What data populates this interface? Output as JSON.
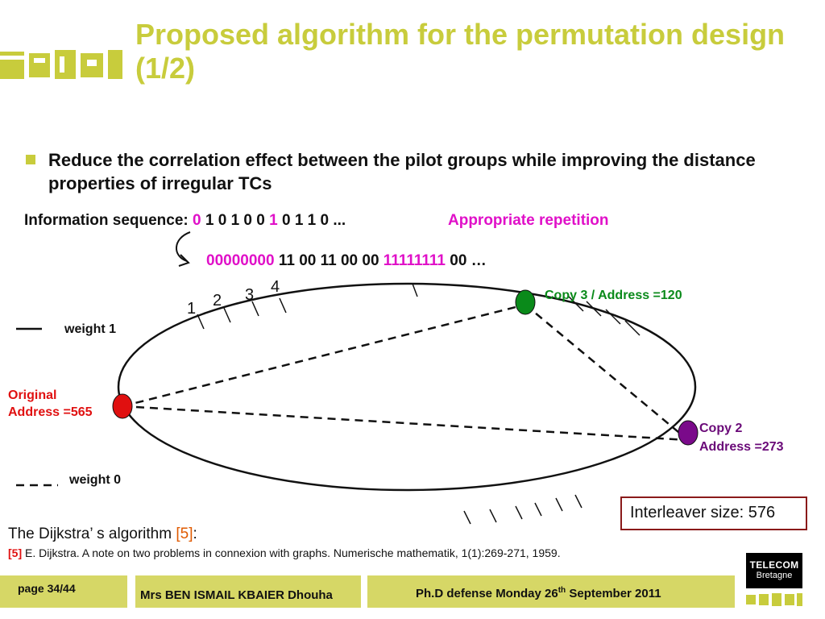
{
  "slide": {
    "title": "Proposed algorithm for the permutation design (1/2)",
    "bullet": "Reduce the correlation effect between the pilot groups while improving the distance properties of irregular TCs",
    "info_label": "Information sequence:",
    "info_seq": {
      "s1": "0",
      "s2": "1 0 1 0 0",
      "s3": "1",
      "s4": "0 1 1 0 ..."
    },
    "appropriate": "Appropriate repetition",
    "repeat_seq": {
      "r1": "00000000",
      "r2": "11 00 11 00 00",
      "r3": "11111111",
      "r4": "00 …"
    }
  },
  "diagram": {
    "positions": [
      "1",
      "2",
      "3",
      "4"
    ],
    "copy3": "Copy 3 / Address =120",
    "copy2_line1": "Copy 2",
    "copy2_line2": "Address =273",
    "original_line1": "Original",
    "original_line2": "Address =565",
    "weight1": "weight 1",
    "weight0": "weight 0",
    "interleaver": "Interleaver size: 576",
    "colors": {
      "original": "#e01010",
      "copy3": "#0a8a1a",
      "copy2": "#7a0a8a"
    }
  },
  "references": {
    "dijkstra_label": "The Dijkstra’ s algorithm",
    "dijkstra_ref": "[5]",
    "dijkstra_colon": ":",
    "ref_tag": "[5]",
    "ref_text": "E. Dijkstra. A note on two problems in connexion with graphs. Numerische mathematik, 1(1):269-271, 1959."
  },
  "footer": {
    "page": "page 34/44",
    "author": "Mrs BEN ISMAIL KBAIER Dhouha",
    "defense_pre": "Ph.D defense Monday 26",
    "defense_sup": "th",
    "defense_post": "September 2011",
    "logo_line1": "TELECOM",
    "logo_line2": "Bretagne"
  },
  "theme": {
    "accent": "#c8cc3c",
    "footer_bg": "#d6d766"
  }
}
